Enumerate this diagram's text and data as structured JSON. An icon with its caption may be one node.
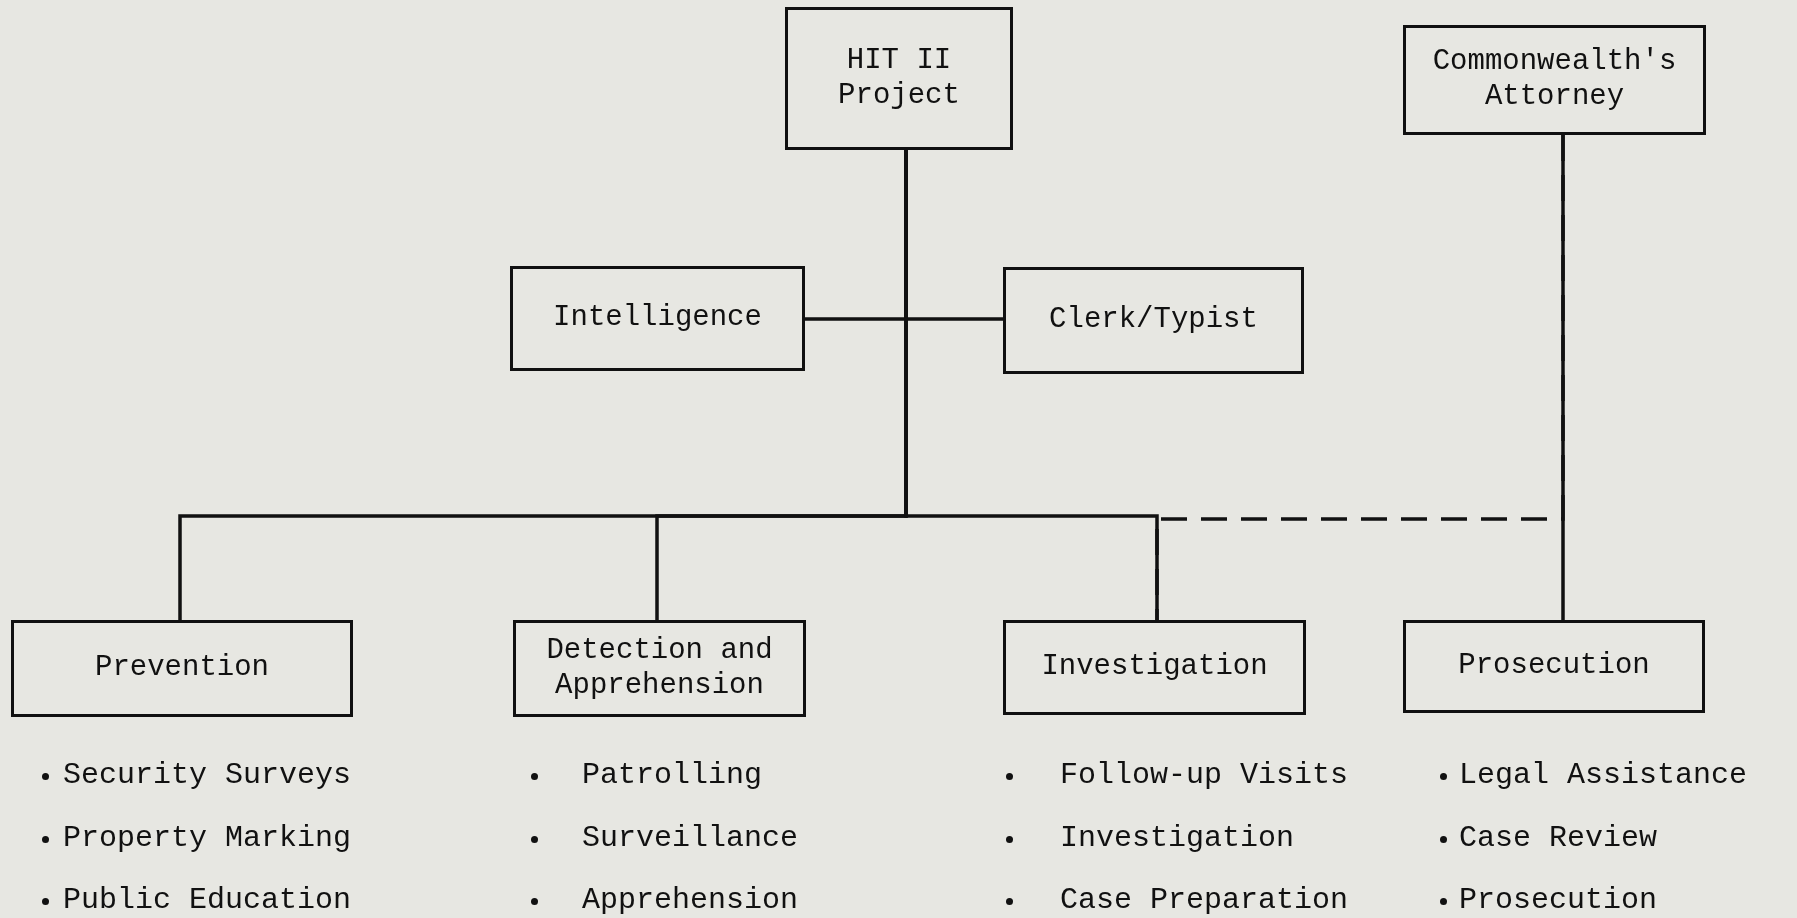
{
  "diagram": {
    "nodes": [
      {
        "text": [
          "HIT II Project"
        ]
      },
      {
        "text": [
          "Commonwealth's Attorney"
        ]
      },
      {
        "text": [
          "Intelligence"
        ]
      },
      {
        "text": [
          "Clerk/Typist"
        ]
      },
      {
        "text": [
          "Prevention"
        ]
      },
      {
        "text": [
          "Detection and Apprehension"
        ]
      },
      {
        "text": [
          "Investigation"
        ]
      },
      {
        "text": [
          "Prosecution"
        ]
      }
    ],
    "edges": [
      {
        "from": 0,
        "to": 2,
        "arrow": "none"
      },
      {
        "from": 0,
        "to": 3,
        "arrow": "none"
      },
      {
        "from": 0,
        "to": 4,
        "arrow": "none"
      },
      {
        "from": 0,
        "to": 5,
        "arrow": "none"
      },
      {
        "from": 0,
        "to": 6,
        "arrow": "none"
      },
      {
        "from": 1,
        "to": 7,
        "arrow": "none"
      },
      {
        "from": 1,
        "to": 6,
        "arrow": "none",
        "style": "dashed"
      }
    ],
    "labels": [
      "Security Surveys",
      "Patrolling",
      "Follow-up Visits",
      "Legal Assistance",
      "Property Marking",
      "Surveillance",
      "Investigation",
      "Case Review",
      "Public Education",
      "Apprehension",
      "Case Preparation",
      "Prosecution"
    ]
  }
}
